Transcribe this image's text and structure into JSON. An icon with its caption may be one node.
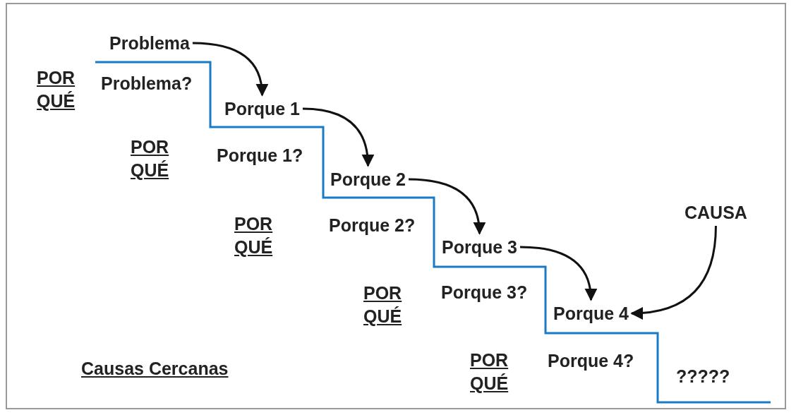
{
  "diagram": {
    "nodes": [
      {
        "text": [
          "Problema"
        ]
      },
      {
        "text": [
          "Problema?"
        ]
      },
      {
        "text": [
          "Porque 1"
        ]
      },
      {
        "text": [
          "Porque 1?"
        ]
      },
      {
        "text": [
          "Porque 2"
        ]
      },
      {
        "text": [
          "Porque 2?"
        ]
      },
      {
        "text": [
          "Porque 3"
        ]
      },
      {
        "text": [
          "Porque 3?"
        ]
      },
      {
        "text": [
          "Porque 4"
        ]
      },
      {
        "text": [
          "Porque 4?"
        ]
      },
      {
        "text": [
          "?????"
        ]
      },
      {
        "text": [
          "CAUSA"
        ]
      }
    ],
    "edges": [
      {
        "from": 0,
        "to": 2,
        "arrow": "to"
      },
      {
        "from": 2,
        "to": 4,
        "arrow": "to"
      },
      {
        "from": 4,
        "to": 6,
        "arrow": "to"
      },
      {
        "from": 6,
        "to": 8,
        "arrow": "to"
      },
      {
        "from": 11,
        "to": 8,
        "arrow": "to"
      }
    ],
    "labels": [
      "POR QUÉ",
      "POR QUÉ",
      "POR QUÉ",
      "POR QUÉ",
      "POR QUÉ",
      "Causas Cercanas"
    ]
  }
}
